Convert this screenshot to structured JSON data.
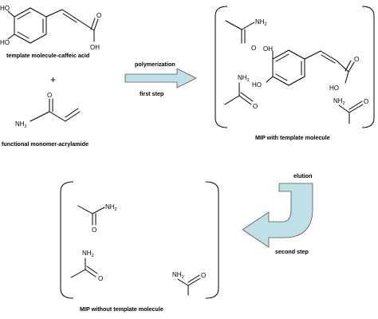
{
  "labels": {
    "template_molecule": "template molecule-caffeic acid",
    "plus": "+",
    "functional_monomer": "functional monomer-acrylamide",
    "polymerization": "polymerization",
    "first_step": "first step",
    "mip_with_template": "MIP with template molecule",
    "elution": "elution",
    "second_step": "second step",
    "mip_without_template": "MIP without template molecule"
  },
  "atoms": {
    "ho": "HO",
    "oh": "OH",
    "o": "O",
    "nh2": "NH",
    "two": "2"
  },
  "colors": {
    "arrow_fill": "#bfe0e6",
    "arrow_stroke": "#555555",
    "ink": "#000000"
  }
}
